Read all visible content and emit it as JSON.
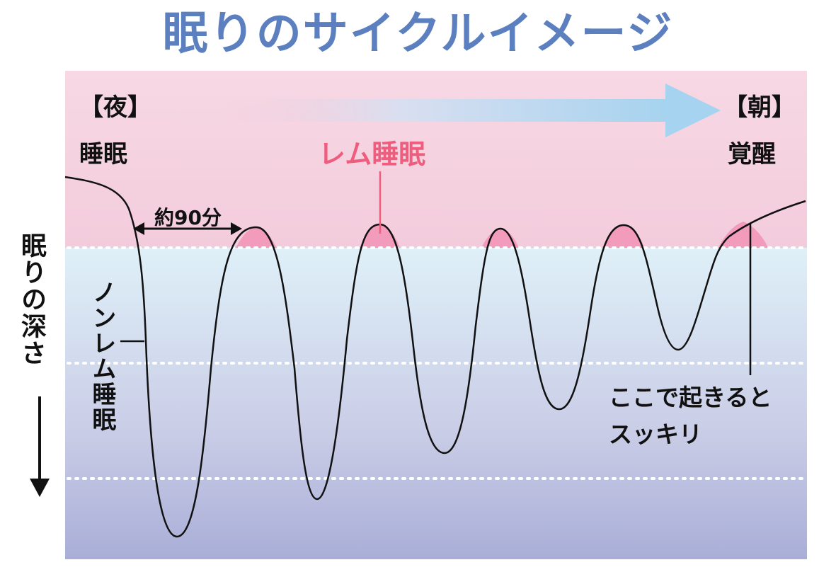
{
  "title": "眠りのサイクルイメージ",
  "labels": {
    "night": "【夜】",
    "night_sub": "睡眠",
    "morning": "【朝】",
    "morning_sub": "覚醒",
    "rem": "レム睡眠",
    "nonrem": "ノンレム睡眠",
    "depth_axis": "眠りの深さ",
    "cycle": "約90分",
    "wake_note_line1": "ここで起きると",
    "wake_note_line2": "スッキリ"
  },
  "colors": {
    "title": "#5b7fbf",
    "rem_highlight": "#f29bbb",
    "rem_text": "#ef5d7e",
    "arrow": "#a9d4ef",
    "curve": "#111111"
  },
  "icons": [
    "double-arrow-icon",
    "down-arrow-icon",
    "right-arrow-icon"
  ]
}
